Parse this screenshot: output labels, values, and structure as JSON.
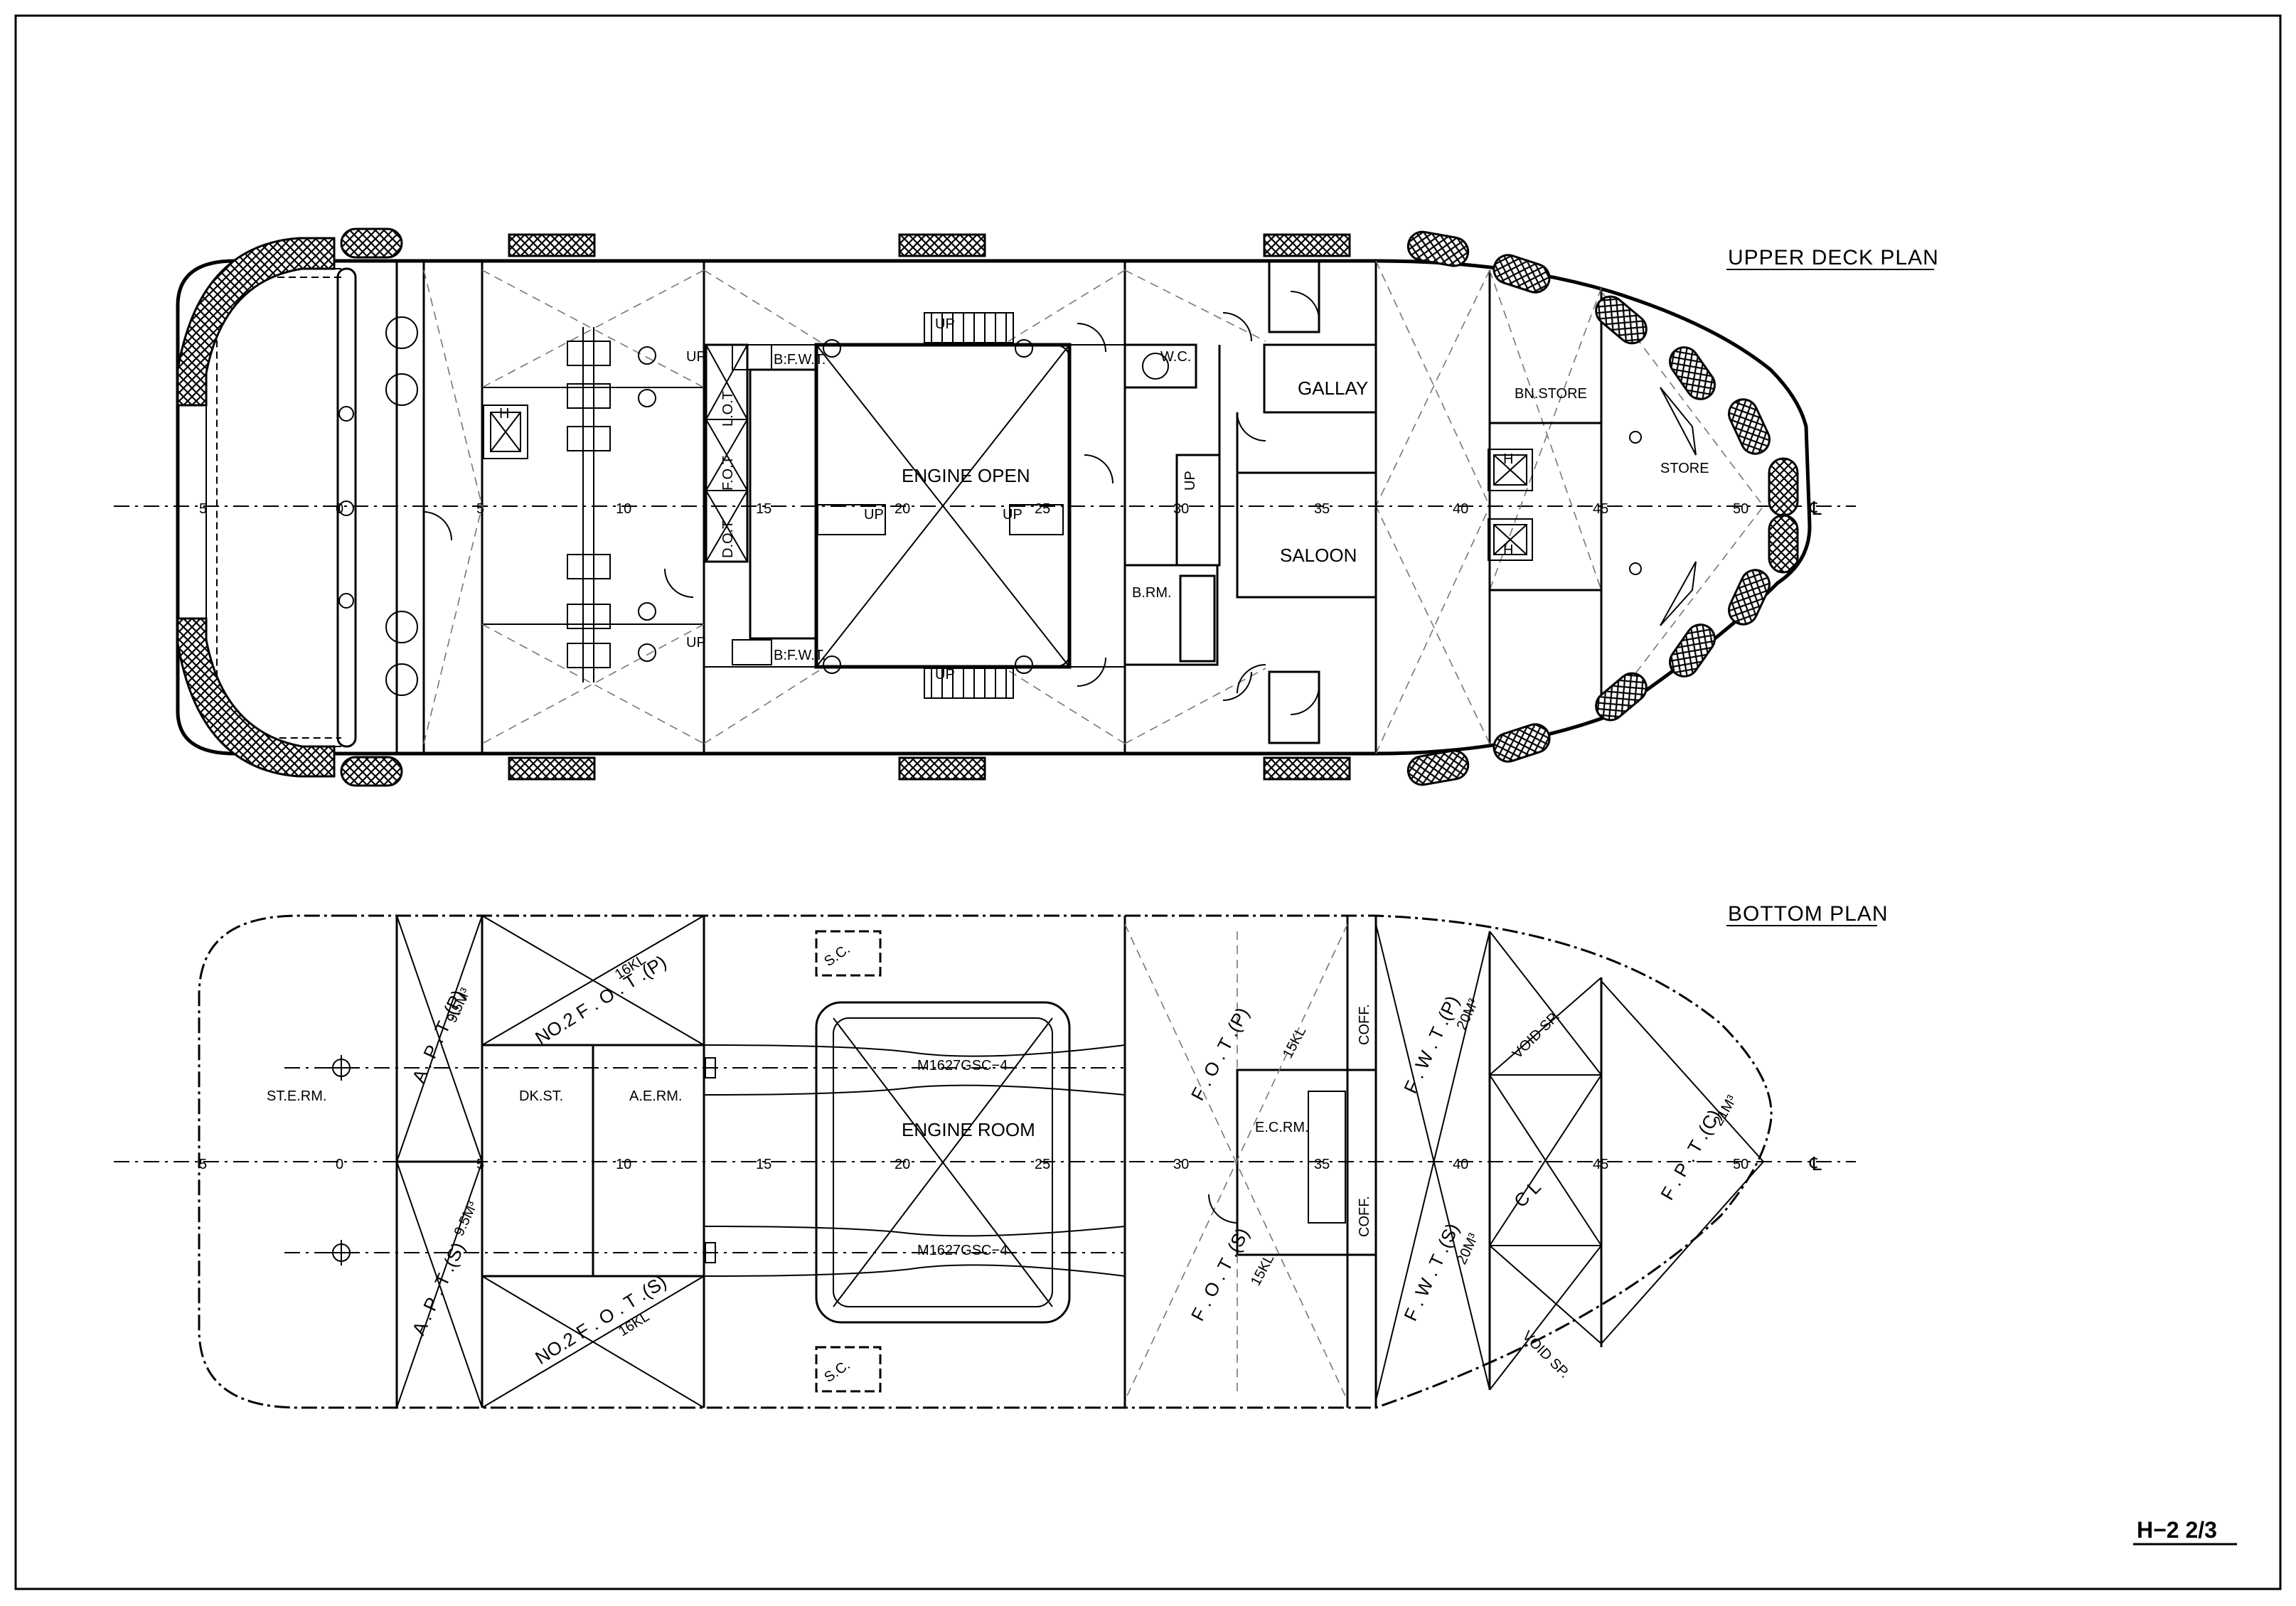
{
  "titles": {
    "upper": "UPPER DECK PLAN",
    "bottom": "BOTTOM PLAN"
  },
  "sheet_no": "H−2 2/3",
  "frames": [
    "5",
    "0",
    "5",
    "10",
    "15",
    "20",
    "25",
    "30",
    "35",
    "40",
    "45",
    "50"
  ],
  "cl_mark": "℄",
  "upper": {
    "lot": "L.O.T",
    "fot": "F.O.T",
    "dot": "D.O.T",
    "fwt_top": "B:F.W.T.",
    "fwt_bot": "B:F.W.T.",
    "engine_open": "ENGINE OPEN",
    "wc": "W.C.",
    "gallay": "GALLAY",
    "saloon": "SALOON",
    "brm": "B.RM.",
    "bn_store": "BN.STORE",
    "store": "STORE",
    "up": "UP",
    "hatch": "H"
  },
  "bottom": {
    "ster": "ST.E.RM.",
    "dkst": "DK.ST.",
    "aerm": "A.E.RM.",
    "engine_room": "ENGINE ROOM",
    "engine_model": "M1627GSC−4",
    "ecrm": "E.C.RM.",
    "coff": "COFF.",
    "fot_p_fwd": "F . O . T .(P)",
    "fot_p_fwd_cap": "15KL",
    "fot_s_fwd": "F . O . T .(S)",
    "fot_s_fwd_cap": "15KL",
    "fot_p_aft": "NO.2 F . O . T .(P)",
    "fot_p_aft_cap": "16KL",
    "fot_s_aft": "NO.2 F . O . T .(S)",
    "fot_s_aft_cap": "16KL",
    "apt_p": "A . P . T .(P)",
    "apt_p_cap": "9.5M³",
    "apt_s": "A . P . T .(S)",
    "apt_s_cap": "9.5M³",
    "fwt_p": "F . W . T .(P)",
    "fwt_p_cap": "20M³",
    "fwt_s": "F . W . T .(S)",
    "fwt_s_cap": "20M³",
    "fpt": "F . P . T .(C)",
    "fpt_cap": "21M³",
    "void_p": "VOID SP.",
    "void_s": "VOID SP.",
    "cl": "C L",
    "sc": "S.C."
  }
}
